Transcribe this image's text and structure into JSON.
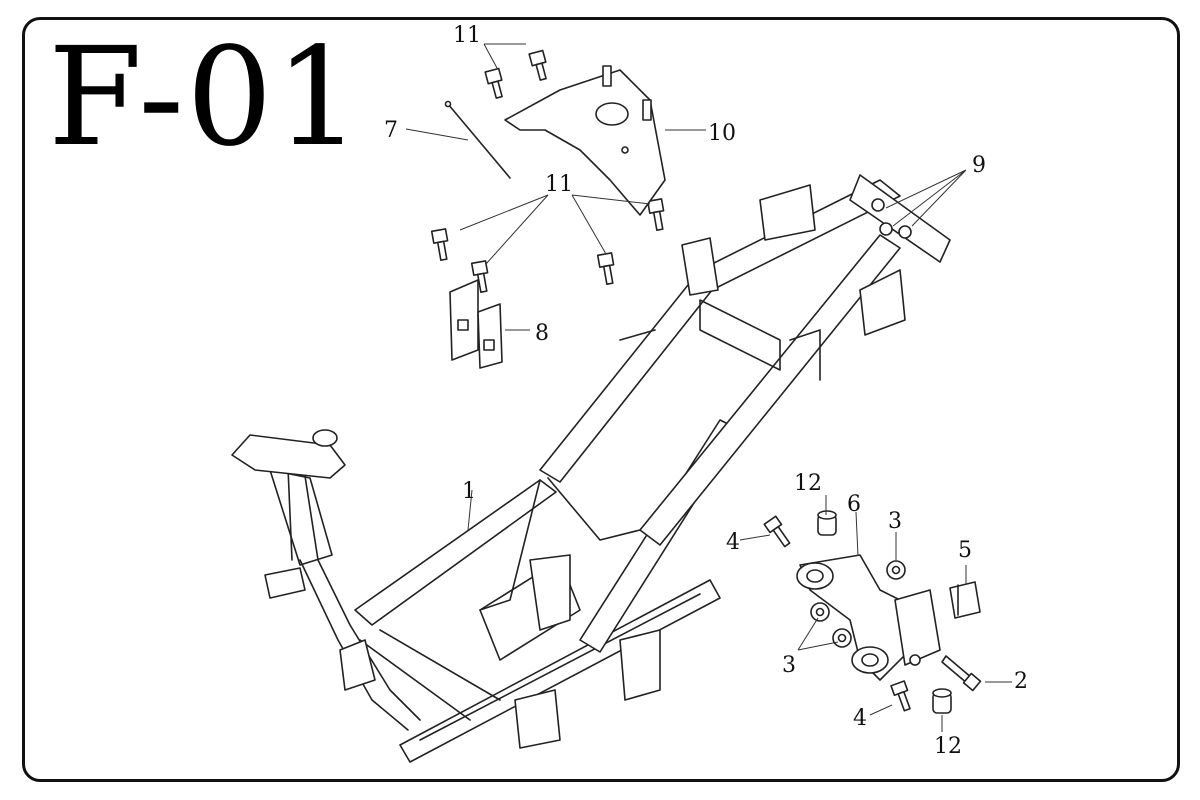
{
  "page_code": "F-01",
  "callouts": {
    "frame_main": "1",
    "bolt_right": "2",
    "washer_top": "3",
    "washers_left": "3",
    "bolt_upper": "4",
    "bolt_lower": "4",
    "stopper": "5",
    "hanger": "6",
    "cable": "7",
    "bracket": "8",
    "nuts": "9",
    "guard_plate": "10",
    "bolts_top": "11",
    "bolts_middle": "11",
    "bushing_upper": "12",
    "bushing_lower": "12"
  }
}
